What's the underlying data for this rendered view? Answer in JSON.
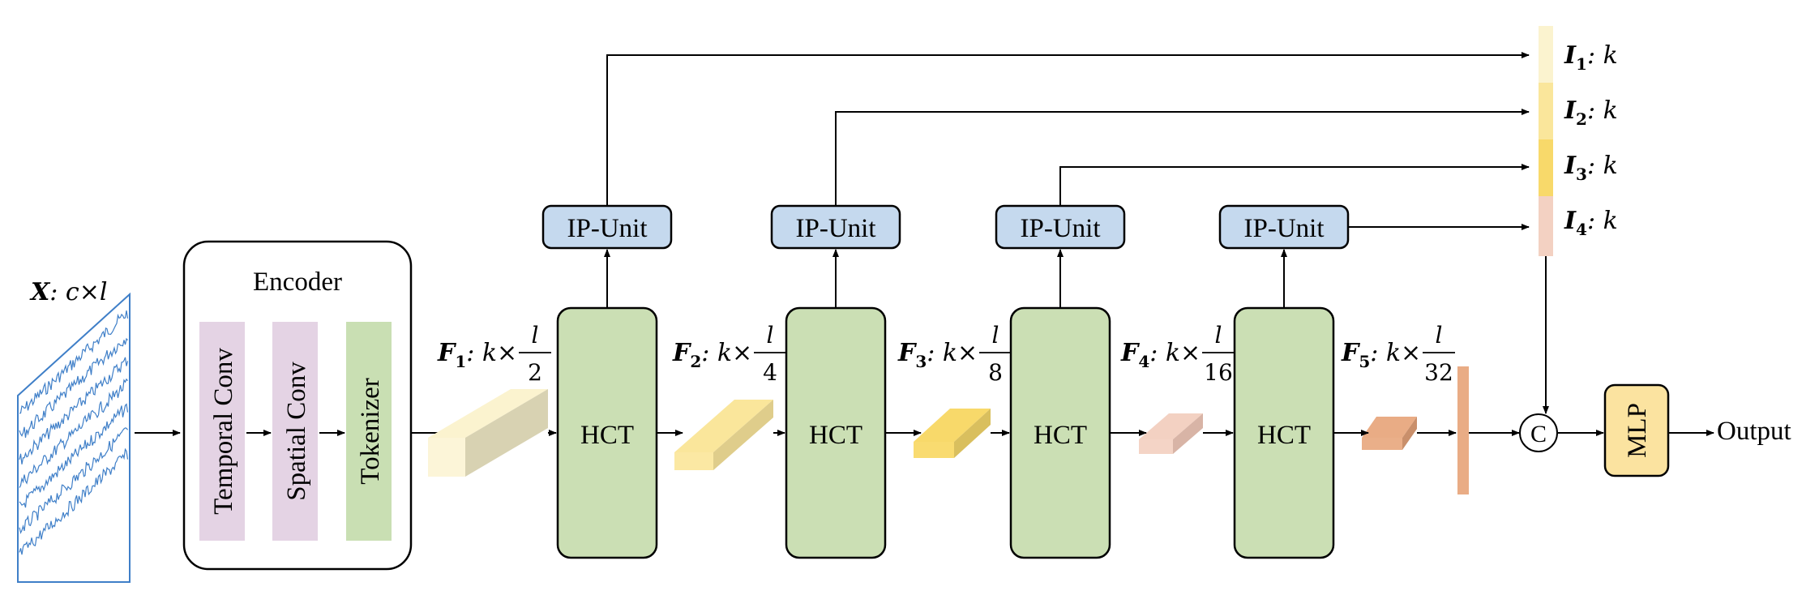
{
  "input": {
    "var": "X",
    "shape": ": c×l"
  },
  "encoder": {
    "title": "Encoder",
    "layers": [
      "Temporal Conv",
      "Spatial Conv",
      "Tokenizer"
    ]
  },
  "features": [
    {
      "var": "F",
      "sub": "1",
      "dim": ": k×",
      "num": "l",
      "den": "2"
    },
    {
      "var": "F",
      "sub": "2",
      "dim": ": k×",
      "num": "l",
      "den": "4"
    },
    {
      "var": "F",
      "sub": "3",
      "dim": ": k×",
      "num": "l",
      "den": "8"
    },
    {
      "var": "F",
      "sub": "4",
      "dim": ": k×",
      "num": "l",
      "den": "16"
    },
    {
      "var": "F",
      "sub": "5",
      "dim": ": k×",
      "num": "l",
      "den": "32"
    }
  ],
  "blocks": {
    "hct": "HCT",
    "ip_unit": "IP-Unit"
  },
  "indicators": [
    {
      "var": "I",
      "sub": "1",
      "dim": ": k"
    },
    {
      "var": "I",
      "sub": "2",
      "dim": ": k"
    },
    {
      "var": "I",
      "sub": "3",
      "dim": ": k"
    },
    {
      "var": "I",
      "sub": "4",
      "dim": ": k"
    }
  ],
  "concat": "C",
  "head": "MLP",
  "output": "Output",
  "colors": {
    "encoder_conv": "#e4d3e4",
    "tokenizer": "#c9dfb3",
    "hct": "#cbdfb4",
    "ip_unit": "#c5d9ee",
    "mlp": "#fbe3a0",
    "feat1": "#fbf3cf",
    "feat2": "#fae69b",
    "feat3": "#f8d96a",
    "feat4": "#f3d1c2",
    "feat5": "#e9ac85",
    "signal": "#3f7fc8"
  }
}
